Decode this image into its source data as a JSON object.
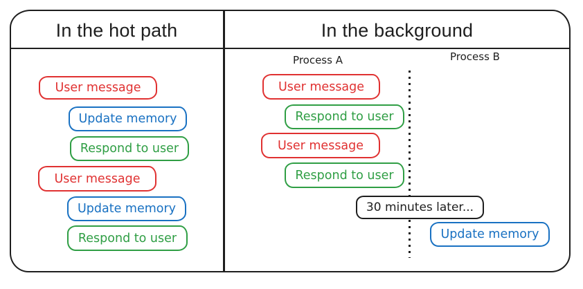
{
  "colors": {
    "ink": "#1e1e1e",
    "red": "#e03131",
    "blue": "#1971c2",
    "green": "#2f9e44"
  },
  "hot_path": {
    "title": "In the hot path",
    "boxes": [
      {
        "label": "User message",
        "color": "red"
      },
      {
        "label": "Update memory",
        "color": "blue"
      },
      {
        "label": "Respond to user",
        "color": "green"
      },
      {
        "label": "User message",
        "color": "red"
      },
      {
        "label": "Update memory",
        "color": "blue"
      },
      {
        "label": "Respond to user",
        "color": "green"
      }
    ]
  },
  "background": {
    "title": "In the background",
    "process_a": {
      "label": "Process A",
      "boxes": [
        {
          "label": "User message",
          "color": "red"
        },
        {
          "label": "Respond to user",
          "color": "green"
        },
        {
          "label": "User message",
          "color": "red"
        },
        {
          "label": "Respond to user",
          "color": "green"
        }
      ]
    },
    "process_b": {
      "label": "Process B",
      "boxes": [
        {
          "label": "Update memory",
          "color": "blue"
        }
      ]
    },
    "note": "30 minutes later..."
  }
}
